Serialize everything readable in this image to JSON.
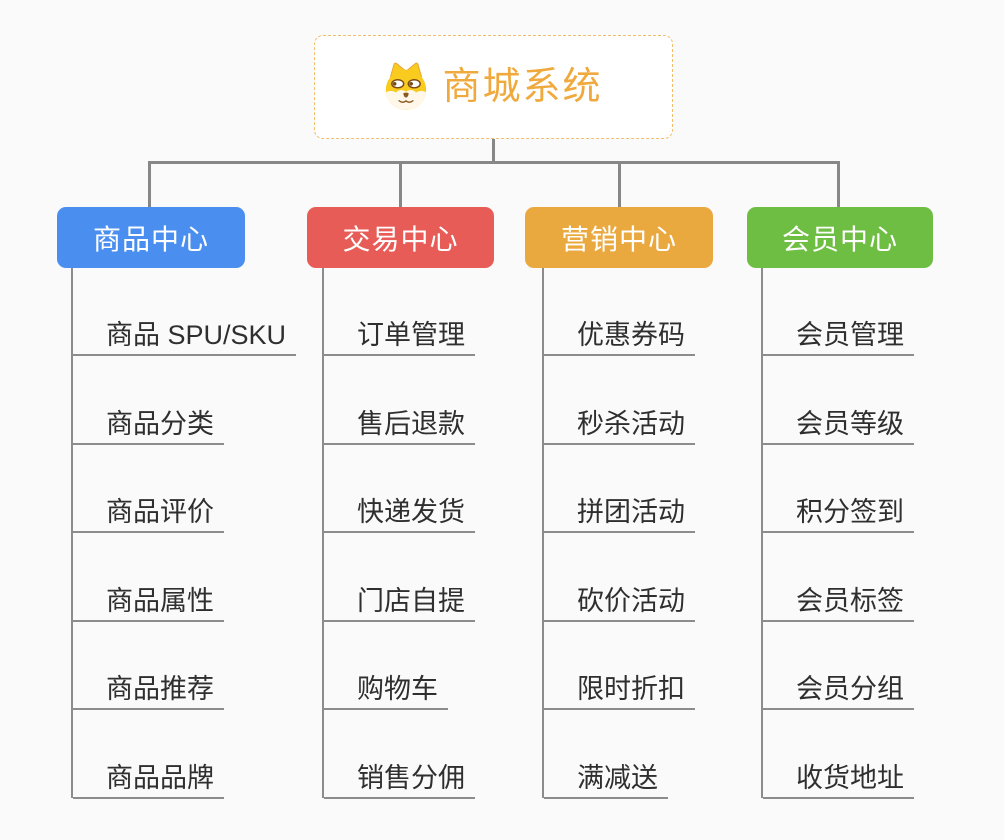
{
  "root": {
    "title": "商城系统",
    "icon": "shiba-dog-icon",
    "title_color": "#F0A93C",
    "border_color": "#F3BE6C"
  },
  "branches": [
    {
      "label": "商品中心",
      "color": "#4A8FF0",
      "children": [
        "商品 SPU/SKU",
        "商品分类",
        "商品评价",
        "商品属性",
        "商品推荐",
        "商品品牌"
      ]
    },
    {
      "label": "交易中心",
      "color": "#E75C57",
      "children": [
        "订单管理",
        "售后退款",
        "快递发货",
        "门店自提",
        "购物车",
        "销售分佣"
      ]
    },
    {
      "label": "营销中心",
      "color": "#EAA93E",
      "children": [
        "优惠券码",
        "秒杀活动",
        "拼团活动",
        "砍价活动",
        "限时折扣",
        "满减送"
      ]
    },
    {
      "label": "会员中心",
      "color": "#6FBE44",
      "children": [
        "会员管理",
        "会员等级",
        "积分签到",
        "会员标签",
        "会员分组",
        "收货地址"
      ]
    }
  ],
  "colors": {
    "background": "#FAFAFA",
    "connector_line": "#878787",
    "item_underline": "#8C8C8C",
    "item_text": "#2F2F2F"
  }
}
